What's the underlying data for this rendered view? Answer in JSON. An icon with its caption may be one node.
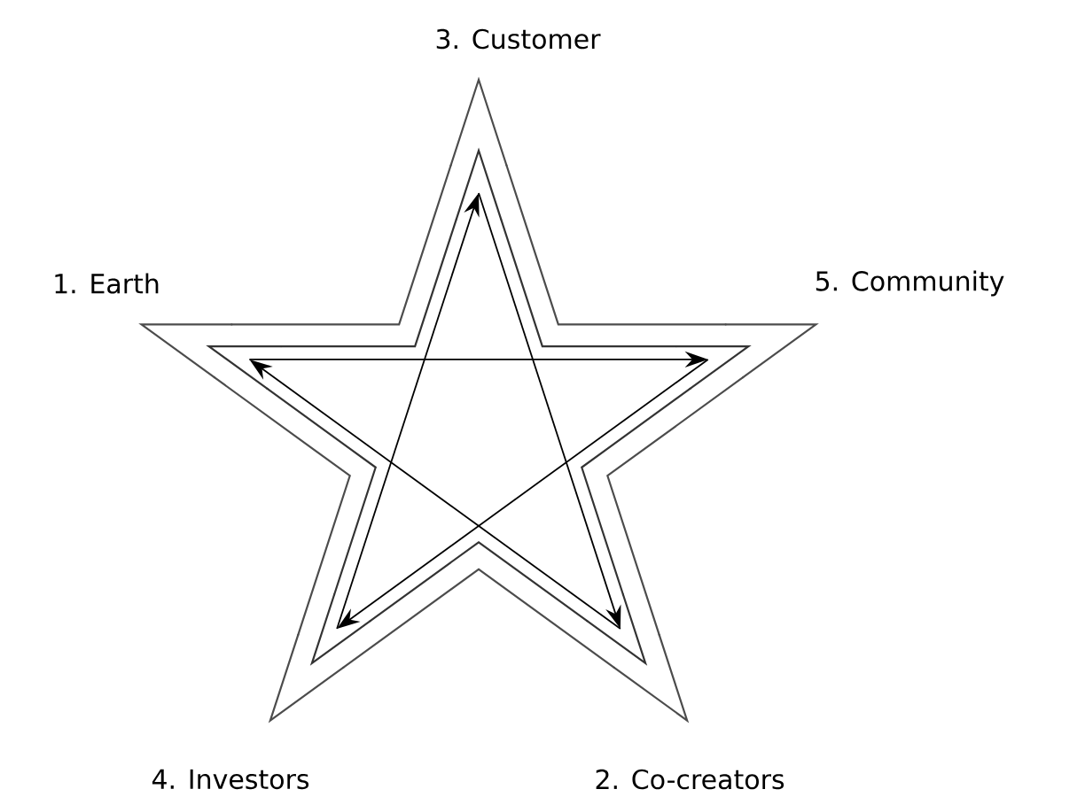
{
  "diagram": {
    "nodes": [
      {
        "text": [
          "3. Customer"
        ]
      },
      {
        "text": [
          "1. Earth"
        ]
      },
      {
        "text": [
          "5. Community"
        ]
      },
      {
        "text": [
          "4. Investors"
        ]
      },
      {
        "text": [
          "2. Co-creators"
        ]
      }
    ],
    "edges": [
      {
        "from": 1,
        "to": 2,
        "arrow": "to"
      },
      {
        "from": 2,
        "to": 3,
        "arrow": "to"
      },
      {
        "from": 3,
        "to": 0,
        "arrow": "to"
      },
      {
        "from": 0,
        "to": 4,
        "arrow": "to"
      },
      {
        "from": 4,
        "to": 1,
        "arrow": "to"
      }
    ]
  }
}
